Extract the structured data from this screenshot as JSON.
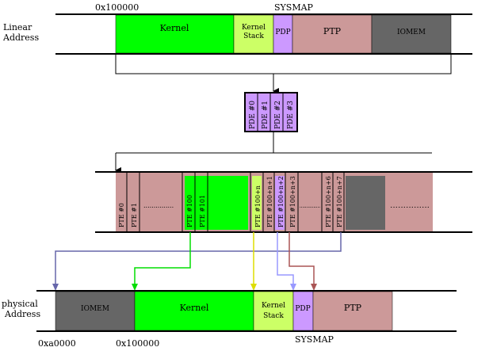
{
  "linear": {
    "label_line1": "Linear",
    "label_line2": "Address",
    "start_address": "0x100000",
    "sysmap_label": "SYSMAP",
    "segments": {
      "kernel": "Kernel",
      "kernel_stack_line1": "Kernel",
      "kernel_stack_line2": "Stack",
      "pdp": "PDP",
      "ptp": "PTP",
      "iomem": "IOMEM"
    }
  },
  "pde": {
    "entries": [
      "PDE #0",
      "PDE #1",
      "PDE #2",
      "PDE #3"
    ]
  },
  "pte": {
    "entries": [
      "PTE #0",
      "PTE #1",
      "PTE #100",
      "PTE #101",
      "PTE #100+n",
      "PTE #100+n+1",
      "PTE #100+n+2",
      "PTE #100+n+3",
      "PTE #100+n+6",
      "PTE #100+n+7"
    ],
    "ellipsis": "..............."
  },
  "physical": {
    "label_line1": "physical",
    "label_line2": "Address",
    "address_start": "0xa0000",
    "address_kernel": "0x100000",
    "sysmap_label": "SYSMAP",
    "segments": {
      "iomem": "IOMEM",
      "kernel": "Kernel",
      "kernel_stack_line1": "Kernel",
      "kernel_stack_line2": "Stack",
      "pdp": "PDP",
      "ptp": "PTP"
    }
  },
  "colors": {
    "kernel": "#00ff00",
    "kernel_stack": "#ccff66",
    "pdp": "#cc99ff",
    "ptp": "#cc9999",
    "iomem": "#666666",
    "pte_table": "#cc9999",
    "arrow_iomem": "#6666aa",
    "arrow_kernel": "#00dd00",
    "arrow_kernel_stack": "#dddd00",
    "arrow_pdp": "#9999ff",
    "arrow_ptp": "#aa5555"
  }
}
